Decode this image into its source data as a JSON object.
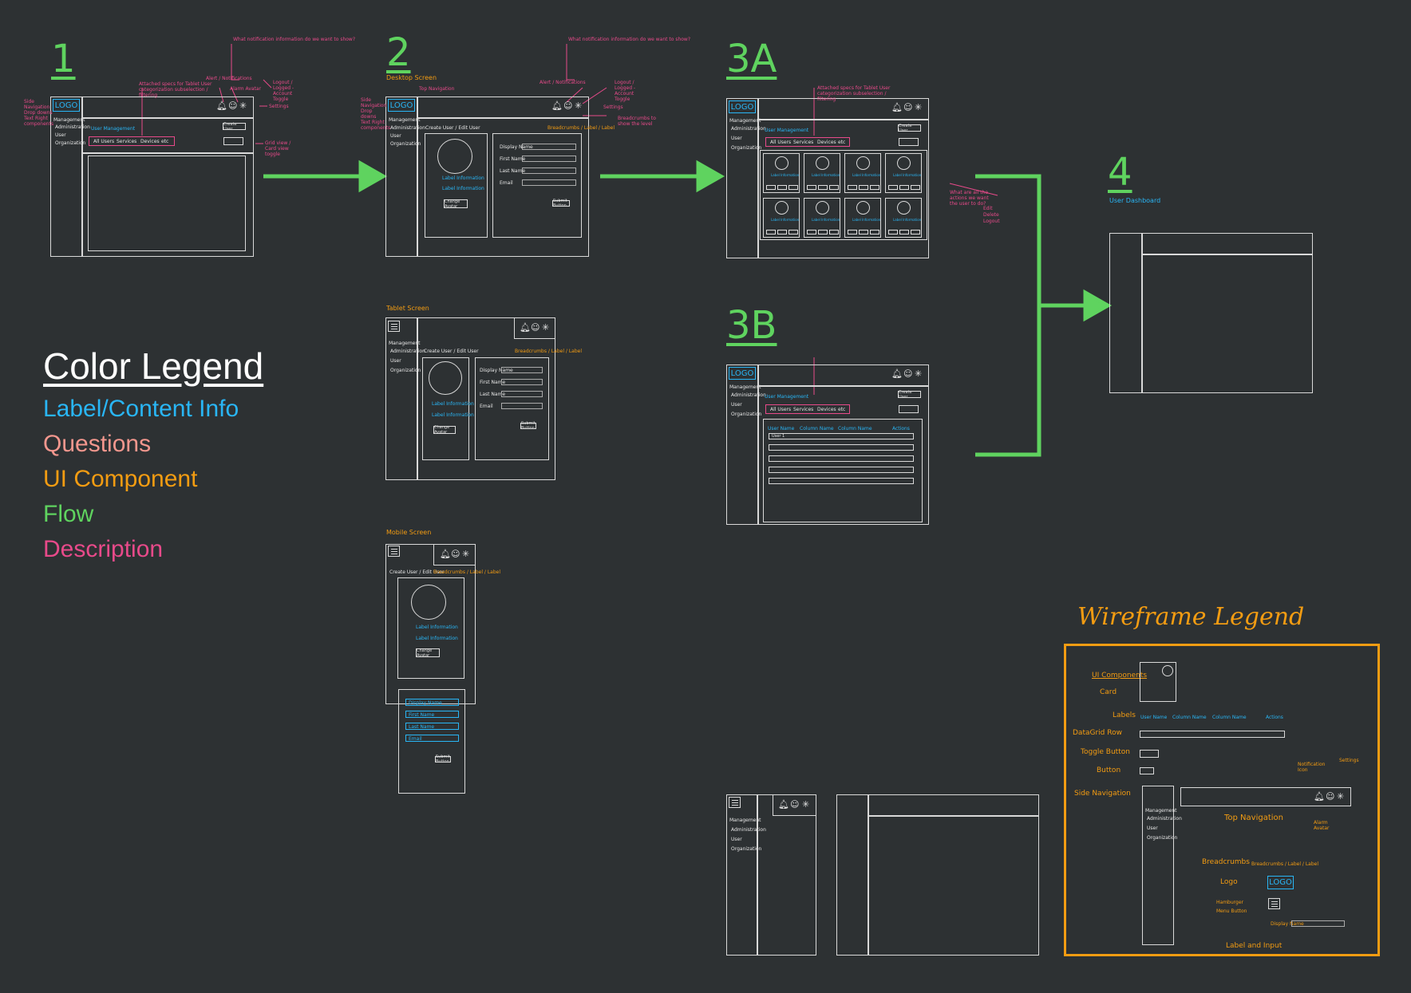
{
  "steps": {
    "s1": "1",
    "s2": "2",
    "s3a": "3A",
    "s3b": "3B",
    "s4": "4"
  },
  "screens": {
    "desktop": "Desktop Screen",
    "tablet": "Tablet Screen",
    "mobile": "Mobile Screen",
    "user_dashboard": "User Dashboard"
  },
  "wireframe": {
    "logo": "LOGO",
    "top_navigation": "Top Navigation",
    "management": "Management",
    "nav_items": [
      "Administration",
      "User",
      "Organization"
    ],
    "user_management": "User Management",
    "filter_tags": [
      "All Users",
      "Services",
      "Devices",
      "etc"
    ],
    "create_user": "Create User",
    "create_user_edit": "Create User / Edit User",
    "breadcrumbs": "Breadcrumbs / Label / Label",
    "label_information": "Label Information",
    "change_avatar": "Change Avatar",
    "fields": [
      "Display Name",
      "First Name",
      "Last Name",
      "Email"
    ],
    "submit": "Submit Button",
    "columns": [
      "User Name",
      "Column Name",
      "Column Name",
      "Actions"
    ],
    "row_label": "User 1"
  },
  "color_legend": {
    "title": "Color Legend",
    "items": [
      {
        "label": "Label/Content Info",
        "color": "#29b6f6"
      },
      {
        "label": "Questions",
        "color": "#f4978e"
      },
      {
        "label": "UI Component",
        "color": "#f39c12"
      },
      {
        "label": "Flow",
        "color": "#5fd35f"
      },
      {
        "label": "Description",
        "color": "#e84a8a"
      }
    ]
  },
  "wireframe_legend": {
    "title": "Wireframe Legend",
    "ui_components": "UI Components",
    "card": "Card",
    "labels": "Labels",
    "datagrid_row": "DataGrid Row",
    "toggle_button": "Toggle Button",
    "button": "Button",
    "side_navigation": "Side Navigation",
    "top_navigation": "Top Navigation",
    "notification_icon": "Notification Icon",
    "settings": "Settings",
    "avatar": "Alarm Avatar",
    "breadcrumbs": "Breadcrumbs",
    "breadcrumbs_value": "Breadcrumbs / Label / Label",
    "logo": "Logo",
    "hamburger": "Hamburger Menu Button",
    "label_input": "Label and Input",
    "display_name": "Display Name"
  },
  "annotations": {
    "notification_q": "What notification information do we want to show?",
    "attached_specs": "Attached specs for Tablet User categorization subselection / filtering",
    "side_navigation": "Side Navigation Drop downs Text Right components",
    "alert_notification": "Alert / Notifications",
    "user_avatar": "Alarm Avatar",
    "logout": "Logout / Logged - Account Toggle",
    "settings": "Settings",
    "grid_list_toggle": "Grid view / Card view toggle",
    "breadcrumbs_note": "Breadcrumbs to show the level",
    "actions_q": "What are all the actions we want the user to do?",
    "actions_list": [
      "Edit",
      "Delete",
      "Logout"
    ]
  },
  "colors": {
    "background": "#2d3133",
    "flow": "#5fd35f",
    "label": "#29b6f6",
    "question": "#f4978e",
    "component": "#f39c12",
    "description": "#e84a8a",
    "wire": "#d9d9d9"
  }
}
